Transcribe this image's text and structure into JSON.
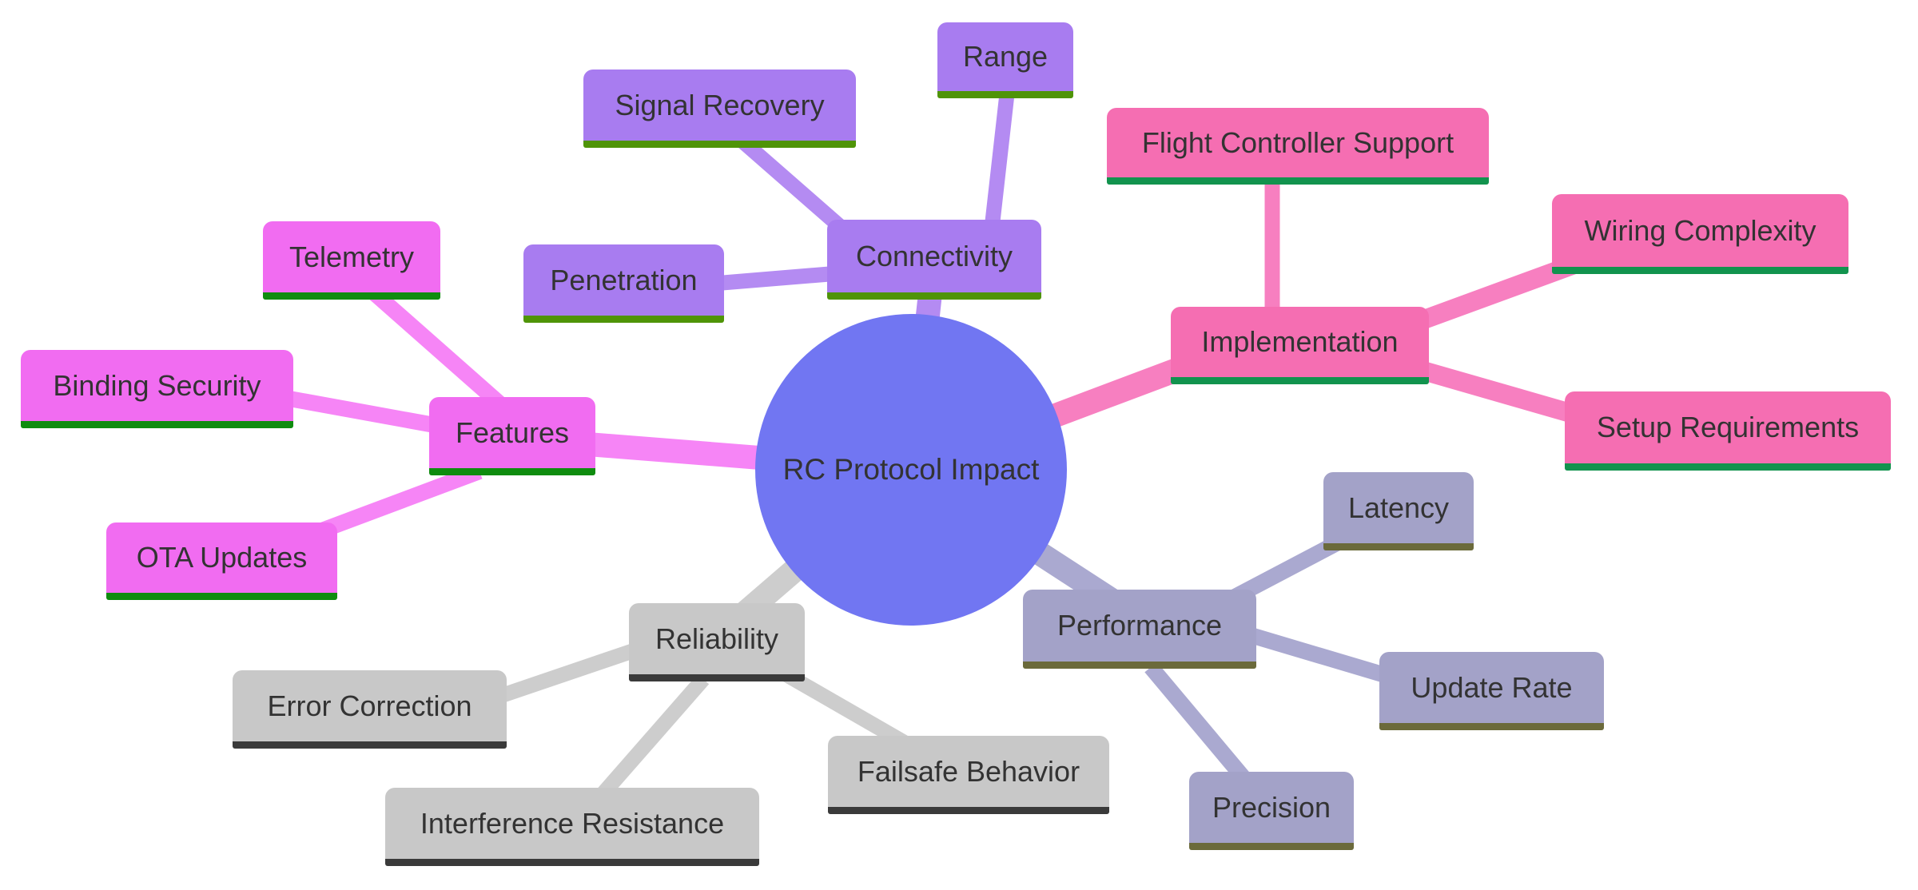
{
  "diagram": {
    "type": "mindmap",
    "background": "#ffffff",
    "text_color": "#333333"
  },
  "center": {
    "label": "RC Protocol Impact",
    "fill": "#7176f2"
  },
  "branches": {
    "connectivity": {
      "label": "Connectivity",
      "fill": "#a87cf0",
      "edge_color": "#b48bf2",
      "underline_color": "#4f9408",
      "children": {
        "range": {
          "label": "Range"
        },
        "signal_recovery": {
          "label": "Signal Recovery"
        },
        "penetration": {
          "label": "Penetration"
        }
      }
    },
    "implementation": {
      "label": "Implementation",
      "fill": "#f56eb2",
      "edge_color": "#f77fc0",
      "underline_color": "#12934e",
      "children": {
        "flight_controller_support": {
          "label": "Flight Controller Support"
        },
        "wiring_complexity": {
          "label": "Wiring Complexity"
        },
        "setup_requirements": {
          "label": "Setup Requirements"
        }
      }
    },
    "features": {
      "label": "Features",
      "fill": "#f16cf1",
      "edge_color": "#f685f6",
      "underline_color": "#0f8c0f",
      "children": {
        "telemetry": {
          "label": "Telemetry"
        },
        "binding_security": {
          "label": "Binding Security"
        },
        "ota_updates": {
          "label": "OTA Updates"
        }
      }
    },
    "reliability": {
      "label": "Reliability",
      "fill": "#c8c8c8",
      "edge_color": "#cdcdcd",
      "underline_color": "#3a3a3a",
      "children": {
        "error_correction": {
          "label": "Error Correction"
        },
        "interference_resistance": {
          "label": "Interference Resistance"
        },
        "failsafe_behavior": {
          "label": "Failsafe Behavior"
        }
      }
    },
    "performance": {
      "label": "Performance",
      "fill": "#a3a2c8",
      "edge_color": "#aaa9d0",
      "underline_color": "#6b6a3b",
      "children": {
        "latency": {
          "label": "Latency"
        },
        "update_rate": {
          "label": "Update Rate"
        },
        "precision": {
          "label": "Precision"
        }
      }
    }
  }
}
